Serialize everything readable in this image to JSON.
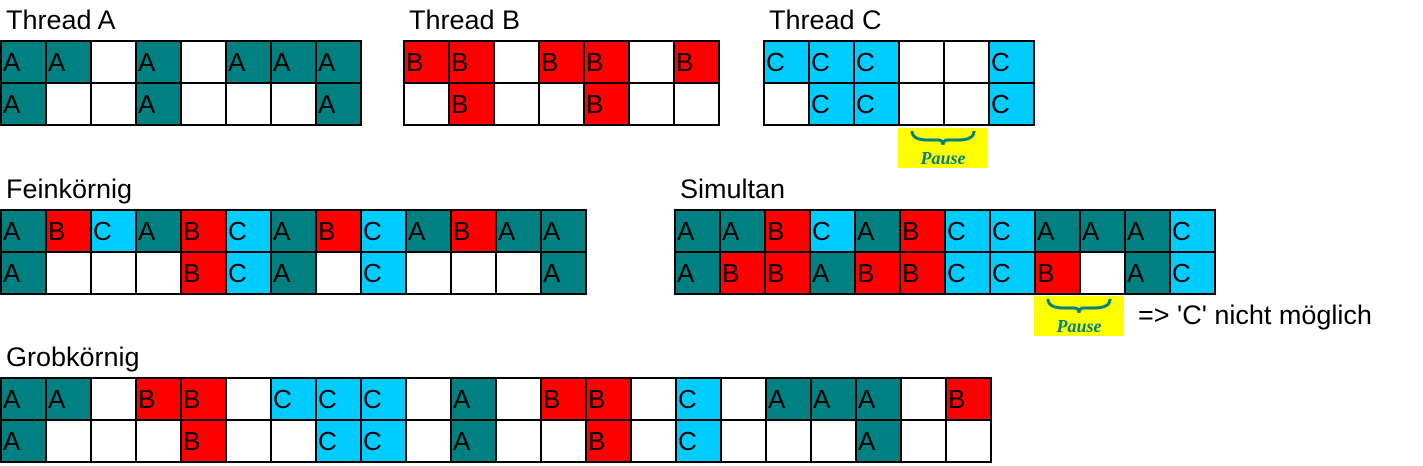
{
  "titles": {
    "thread_a": "Thread A",
    "thread_b": "Thread B",
    "thread_c": "Thread C",
    "feinkoernig": "Feinkörnig",
    "simultan": "Simultan",
    "grobkoernig": "Grobkörnig"
  },
  "grids": {
    "thread_a": [
      [
        "A",
        "A",
        "",
        "A",
        "",
        "A",
        "A",
        "A"
      ],
      [
        "A",
        "",
        "",
        "A",
        "",
        "",
        "",
        "A"
      ]
    ],
    "thread_b": [
      [
        "B",
        "B",
        "",
        "B",
        "B",
        "",
        "B"
      ],
      [
        "",
        "B",
        "",
        "",
        "B",
        "",
        ""
      ]
    ],
    "thread_c": [
      [
        "C",
        "C",
        "C",
        "",
        "",
        "C"
      ],
      [
        "",
        "C",
        "C",
        "",
        "",
        "C"
      ]
    ],
    "feinkoernig": [
      [
        "A",
        "B",
        "C",
        "A",
        "B",
        "C",
        "A",
        "B",
        "C",
        "A",
        "B",
        "A",
        "A"
      ],
      [
        "A",
        "",
        "",
        "",
        "B",
        "C",
        "A",
        "",
        "C",
        "",
        "",
        "",
        "A"
      ]
    ],
    "simultan": [
      [
        "A",
        "A",
        "B",
        "C",
        "A",
        "B",
        "C",
        "C",
        "A",
        "A",
        "A",
        "C"
      ],
      [
        "A",
        "B",
        "B",
        "A",
        "B",
        "B",
        "C",
        "C",
        "B",
        "",
        "A",
        "C"
      ]
    ],
    "grobkoernig": [
      [
        "A",
        "A",
        "",
        "B",
        "B",
        "",
        "C",
        "C",
        "C",
        "",
        "A",
        "",
        "B",
        "B",
        "",
        "C",
        "",
        "A",
        "A",
        "A",
        "",
        "B"
      ],
      [
        "A",
        "",
        "",
        "",
        "B",
        "",
        "",
        "C",
        "C",
        "",
        "A",
        "",
        "",
        "B",
        "",
        "C",
        "",
        "",
        "",
        "A",
        "",
        ""
      ]
    ]
  },
  "pause_label": "Pause",
  "note_text": "=> 'C' nicht möglich",
  "colors": {
    "A": "#008080",
    "B": "#ff0000",
    "C": "#00ccff",
    "pause": "#ffff00",
    "pause_text": "#008080"
  }
}
